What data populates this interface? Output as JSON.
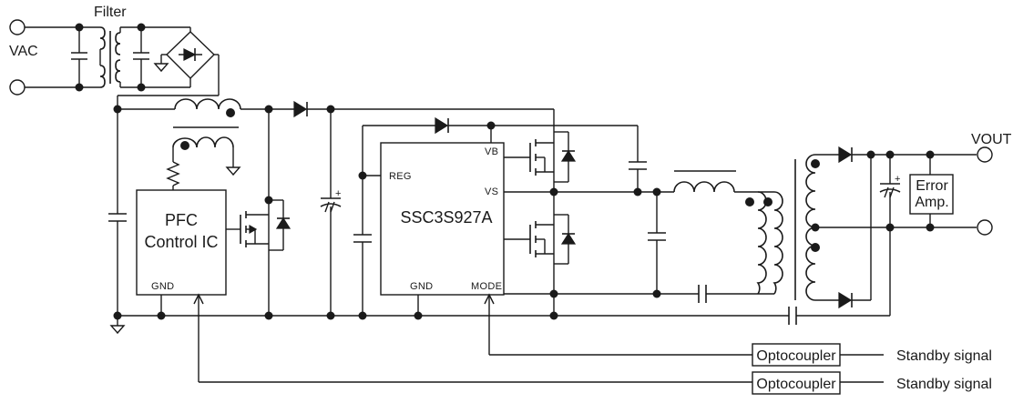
{
  "labels": {
    "vac": "VAC",
    "filter": "Filter",
    "vout": "VOUT",
    "pfc_line1": "PFC",
    "pfc_line2": "Control IC",
    "pfc_gnd": "GND",
    "ic_name": "SSC3S927A",
    "pin_reg": "REG",
    "pin_vb": "VB",
    "pin_vs": "VS",
    "pin_gnd": "GND",
    "pin_mode": "MODE",
    "error_amp_line1": "Error",
    "error_amp_line2": "Amp.",
    "opto_1": "Optocoupler",
    "opto_2": "Optocoupler",
    "standby_1": "Standby signal",
    "standby_2": "Standby signal"
  }
}
